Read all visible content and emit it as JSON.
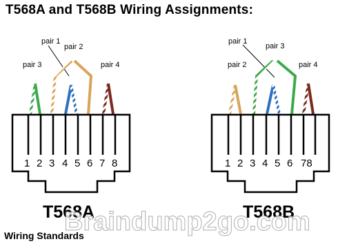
{
  "title": "T568A and T568B Wiring Assignments:",
  "footer": "Wiring Standards",
  "watermark": "Braindump2go.com",
  "connectors": [
    {
      "name": "T568A",
      "pins": [
        "1",
        "2",
        "3",
        "4",
        "5",
        "6",
        "7",
        "8"
      ],
      "pair_labels": [
        "pair 1",
        "pair 2",
        "pair 3",
        "pair 4"
      ],
      "pairs": [
        {
          "label": "pair 1",
          "pins": [
            4,
            5
          ],
          "color": "#2f6fbf"
        },
        {
          "label": "pair 2",
          "pins": [
            3,
            6
          ],
          "color": "#d9a45a"
        },
        {
          "label": "pair 3",
          "pins": [
            1,
            2
          ],
          "color": "#3daa4a"
        },
        {
          "label": "pair 4",
          "pins": [
            7,
            8
          ],
          "color": "#7a2b1e"
        }
      ]
    },
    {
      "name": "T568B",
      "pins": [
        "1",
        "2",
        "3",
        "4",
        "5",
        "6",
        "78"
      ],
      "pair_labels": [
        "pair 1",
        "pair 3",
        "pair 2",
        "pair 4"
      ],
      "pairs": [
        {
          "label": "pair 1",
          "pins": [
            4,
            5
          ],
          "color": "#2f6fbf"
        },
        {
          "label": "pair 3",
          "pins": [
            3,
            6
          ],
          "color": "#3daa4a"
        },
        {
          "label": "pair 2",
          "pins": [
            1,
            2
          ],
          "color": "#d9a45a"
        },
        {
          "label": "pair 4",
          "pins": [
            7,
            8
          ],
          "color": "#7a2b1e"
        }
      ]
    }
  ]
}
